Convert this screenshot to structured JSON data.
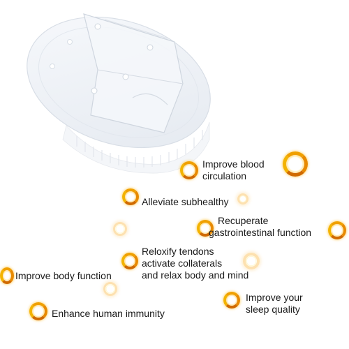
{
  "benefits": [
    {
      "lines": [
        "Improve blood",
        "circulation"
      ]
    },
    {
      "lines": [
        "Alleviate subhealthy"
      ]
    },
    {
      "lines": [
        "Recuperate",
        "gastrointestinal function"
      ]
    },
    {
      "lines": [
        "Reloxify tendons",
        "activate collaterals",
        "and relax body and mind"
      ]
    },
    {
      "lines": [
        "Improve body function"
      ]
    },
    {
      "lines": [
        "Improve your",
        "sleep quality"
      ]
    },
    {
      "lines": [
        "Enhance human immunity"
      ]
    }
  ],
  "colors": {
    "ring_orange": "#f0a000",
    "ring_faint": "#fde1b0",
    "text": "#1a1a1a",
    "brush_body": "#eef2f7",
    "brush_bristles": "#ffffff"
  },
  "icons": [
    "orange-ring-icon",
    "faint-ring-icon"
  ]
}
